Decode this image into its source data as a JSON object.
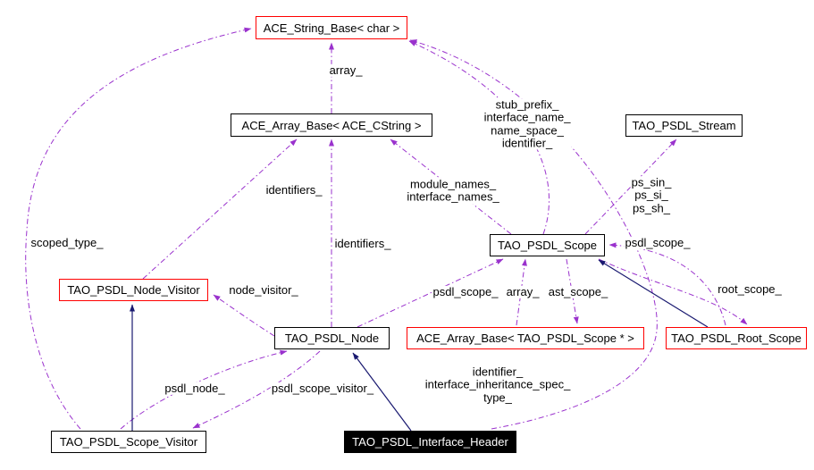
{
  "diagram": {
    "kind": "class-collaboration-graph",
    "background": "#ffffff",
    "colors": {
      "usage_edge": "#9a32cd",
      "inheritance_edge": "#191970",
      "external_node_border": "#ff0000",
      "node_border": "#000000",
      "node_background": "#ffffff",
      "subject_node_background": "#000000",
      "subject_node_text": "#ffffff",
      "label_text": "#000000"
    }
  },
  "nodes": [
    {
      "label": "ACE_String_Base< char >"
    },
    {
      "label": "ACE_Array_Base< ACE_CString >"
    },
    {
      "label": "TAO_PSDL_Stream"
    },
    {
      "label": "TAO_PSDL_Scope"
    },
    {
      "label": "TAO_PSDL_Node_Visitor"
    },
    {
      "label": "TAO_PSDL_Node"
    },
    {
      "label": "ACE_Array_Base< TAO_PSDL_Scope * >"
    },
    {
      "label": "TAO_PSDL_Root_Scope"
    },
    {
      "label": "TAO_PSDL_Scope_Visitor"
    },
    {
      "label": "TAO_PSDL_Interface_Header"
    }
  ],
  "edge_labels": [
    {
      "text": "array_"
    },
    {
      "text": "stub_prefix_\ninterface_name_\nname_space_\nidentifier_"
    },
    {
      "text": "identifiers_"
    },
    {
      "text": "module_names_\ninterface_names_"
    },
    {
      "text": "ps_sin_\nps_si_\nps_sh_"
    },
    {
      "text": "identifiers_"
    },
    {
      "text": "psdl_scope_"
    },
    {
      "text": "scoped_type_"
    },
    {
      "text": "node_visitor_"
    },
    {
      "text": "psdl_scope_"
    },
    {
      "text": "array_"
    },
    {
      "text": "ast_scope_"
    },
    {
      "text": "root_scope_"
    },
    {
      "text": "psdl_node_"
    },
    {
      "text": "psdl_scope_visitor_"
    },
    {
      "text": "identifier_\ninterface_inheritance_spec_\ntype_"
    }
  ]
}
